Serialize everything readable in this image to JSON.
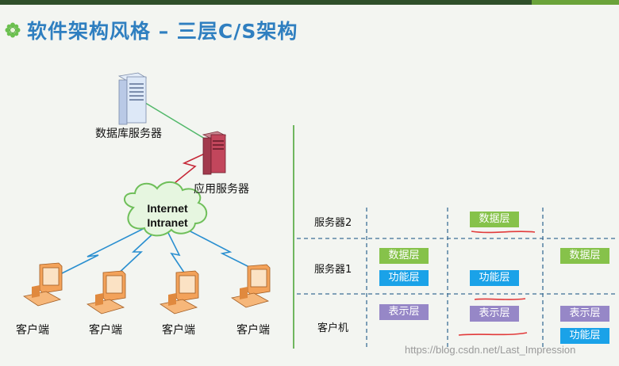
{
  "title": "软件架构风格 – 三层C/S架构",
  "left": {
    "db_server_label": "数据库服务器",
    "app_server_label": "应用服务器",
    "cloud_line1": "Internet",
    "cloud_line2": "Intranet",
    "clients": [
      "客户端",
      "客户端",
      "客户端",
      "客户端"
    ]
  },
  "right": {
    "rows": [
      "服务器2",
      "服务器1",
      "客户机"
    ],
    "col2": {
      "top": "数据层",
      "mid": "功能层",
      "bottom": "表示层"
    },
    "col1": {
      "data": "数据层",
      "func": "功能层",
      "pres": "表示层"
    },
    "col3": {
      "data": "数据层",
      "pres": "表示层",
      "func": "功能层"
    }
  },
  "watermark": "https://blog.csdn.net/Last_Impression",
  "colors": {
    "title": "#2f7fc0",
    "data_layer": "#86c24a",
    "func_layer": "#1aa2e8",
    "pres_layer": "#9687c7",
    "divider": "#6fb65f",
    "underline": "#e23a3a"
  }
}
